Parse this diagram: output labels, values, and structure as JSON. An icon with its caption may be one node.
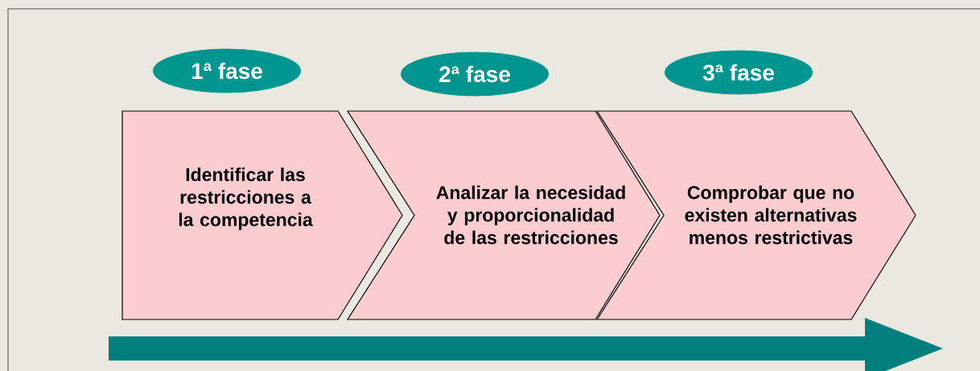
{
  "diagram": {
    "nodes": [
      {
        "text": [
          "1ª fase"
        ]
      },
      {
        "text": [
          "2ª fase"
        ]
      },
      {
        "text": [
          "3ª fase"
        ]
      },
      {
        "text": [
          "Identificar las restricciones a la competencia"
        ]
      },
      {
        "text": [
          "Analizar la necesidad y proporcionalidad de las restricciones"
        ]
      },
      {
        "text": [
          "Comprobar que no existen alternativas menos restrictivas"
        ]
      }
    ]
  }
}
